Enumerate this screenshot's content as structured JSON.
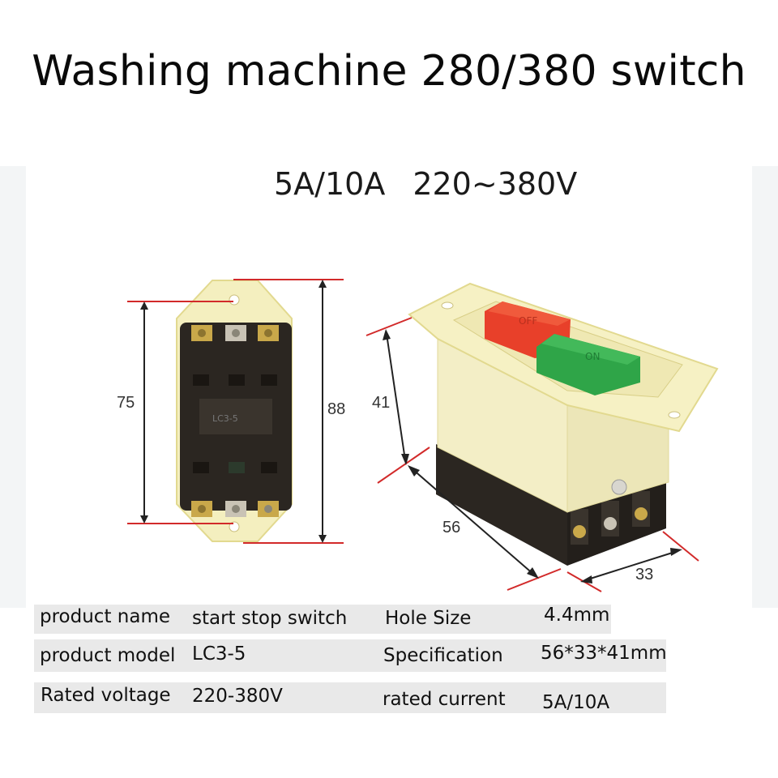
{
  "title": "Washing machine 280/380 switch",
  "rating": {
    "current": "5A/10A",
    "voltage": "220~380V"
  },
  "front_view": {
    "dim_height_inner": "75",
    "dim_height_outer": "88",
    "label_text": "LC3-5"
  },
  "side_view": {
    "dim_height": "41",
    "dim_length": "56",
    "dim_width": "33",
    "buttons": [
      {
        "label": "OFF",
        "color": "#e8402a"
      },
      {
        "label": "ON",
        "color": "#2fa548"
      }
    ]
  },
  "colors": {
    "housing": "#f4efbf",
    "housing_edge": "#e2d98f",
    "dimension_line": "#d22a2a",
    "base": "#2b2621",
    "table_bg": "#e9e9e9"
  },
  "specs": [
    {
      "label": "product name",
      "value": "start stop switch",
      "label2": "Hole Size",
      "value2": "4.4mm"
    },
    {
      "label": "product model",
      "value": "LC3-5",
      "label2": "Specification",
      "value2": "56*33*41mm"
    },
    {
      "label": "Rated voltage",
      "value": "220-380V",
      "label2": "rated current",
      "value2": "5A/10A"
    }
  ]
}
